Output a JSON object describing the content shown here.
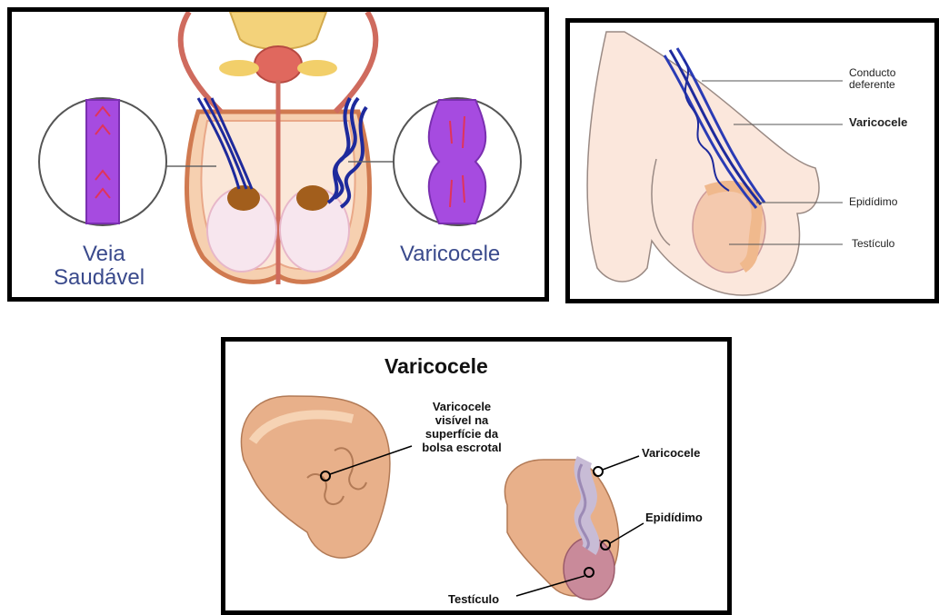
{
  "panel1": {
    "left_label_line1": "Veia",
    "left_label_line2": "Saudável",
    "right_label": "Varicocele"
  },
  "panel2": {
    "labels": {
      "conducto_line1": "Conducto",
      "conducto_line2": "deferente",
      "varicocele": "Varicocele",
      "epididimo": "Epidídimo",
      "testiculo": "Testículo"
    }
  },
  "panel3": {
    "title": "Varicocele",
    "visible_line1": "Varicocele",
    "visible_line2": "visível na",
    "visible_line3": "superfície da",
    "visible_line4": "bolsa escrotal",
    "varicocele": "Varicocele",
    "epididimo": "Epidídimo",
    "testiculo": "Testículo"
  },
  "colors": {
    "border": "#000000",
    "vein_healthy": "#a64be0",
    "vein_varicose": "#1e2a9c",
    "skin": "#e8b08a",
    "testis": "#f3d4cf",
    "label_blue": "#3a4a8c"
  }
}
